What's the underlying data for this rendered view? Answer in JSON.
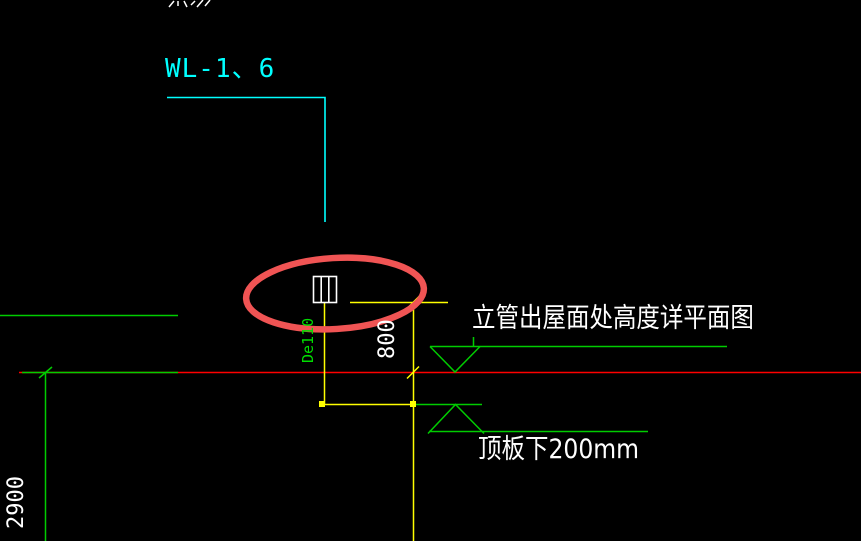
{
  "colors": {
    "background": "#000000",
    "leader_cyan": "#00ffff",
    "line_green": "#00cc00",
    "dimension_yellow": "#ffff00",
    "roof_line_red": "#ff0000",
    "highlight_red": "#f05454",
    "text_white": "#ffffff"
  },
  "labels": {
    "riser_tag": "WL-1、6",
    "pipe_diameter": "De110",
    "height_dim": "800",
    "floor_height_dim": "2900",
    "roof_note": "立管出屋面处高度详平面图",
    "ceiling_note": "顶板下200mm"
  }
}
